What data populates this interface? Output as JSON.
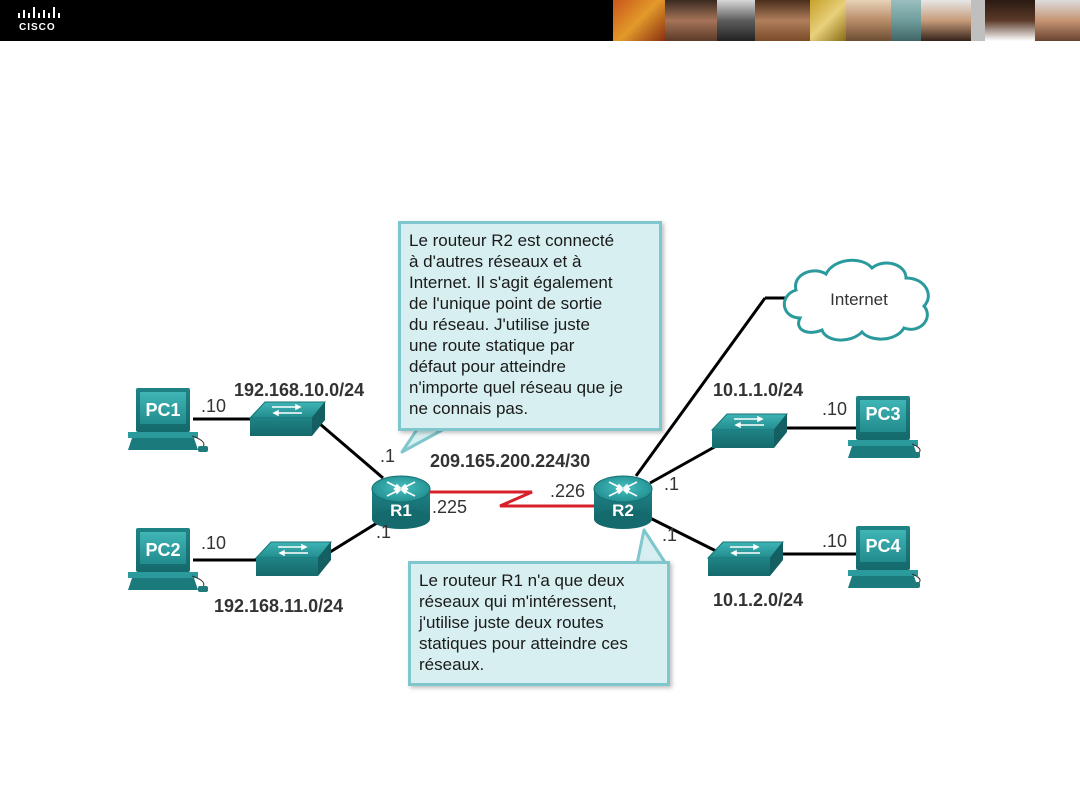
{
  "header": {
    "brand": "CISCO",
    "brand_label": "cisco-logo"
  },
  "routers": [
    {
      "id": "R1",
      "label": "R1"
    },
    {
      "id": "R2",
      "label": "R2"
    }
  ],
  "pcs": [
    {
      "id": "PC1",
      "label": "PC1",
      "host": ".10"
    },
    {
      "id": "PC2",
      "label": "PC2",
      "host": ".10"
    },
    {
      "id": "PC3",
      "label": "PC3",
      "host": ".10"
    },
    {
      "id": "PC4",
      "label": "PC4",
      "host": ".10"
    }
  ],
  "networks": {
    "lan1": "192.168.10.0/24",
    "lan2": "192.168.11.0/24",
    "lan3": "10.1.1.0/24",
    "lan4": "10.1.2.0/24",
    "serial": "209.165.200.224/30"
  },
  "interfaces": {
    "r1_g0": ".1",
    "r1_g1": ".1",
    "r1_serial": ".225",
    "r2_serial": ".226",
    "r2_g0": ".1",
    "r2_g1": ".1"
  },
  "cloud": {
    "label": "Internet"
  },
  "callouts": {
    "top": [
      "Le routeur R2 est connecté",
      "à d'autres réseaux et à",
      "Internet. Il s'agit également",
      "de l'unique point de sortie",
      "du réseau. J'utilise juste",
      "une route statique par",
      "défaut pour atteindre",
      "n'importe quel réseau que je",
      "ne connais pas."
    ],
    "bottom": [
      "Le routeur R1 n'a que deux",
      "réseaux qui m'intéressent,",
      "j'utilise juste deux routes",
      "statiques pour atteindre ces",
      "réseaux."
    ]
  },
  "colors": {
    "device_teal": "#2a9a9c",
    "device_dark": "#1f7a7c",
    "serial_link": "#d8202a",
    "callout_bg": "#d7eff0",
    "callout_border": "#7fc6cd"
  }
}
